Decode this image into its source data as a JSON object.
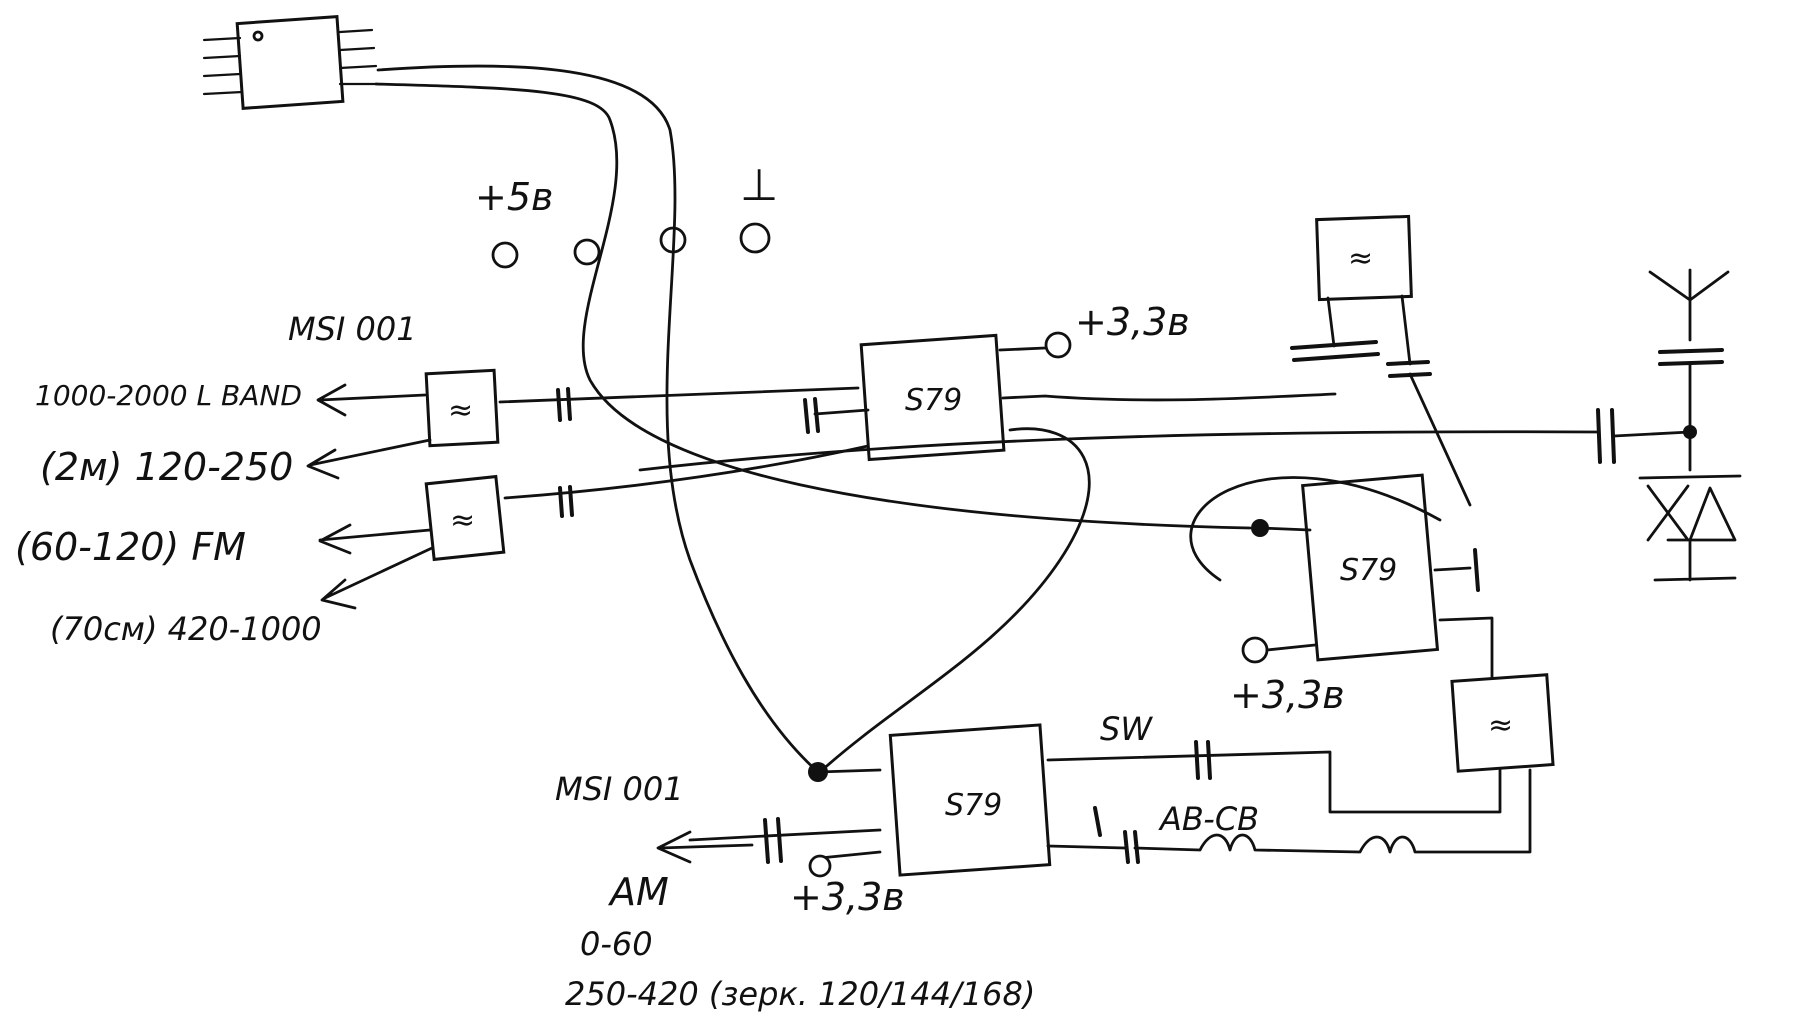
{
  "chip_label": "S79",
  "filter_symbol": "≈",
  "supply": {
    "plus5": "+5в",
    "plus33": "+3,3в",
    "ground": "⊥"
  },
  "outputs": {
    "msi_top": "MSI 001",
    "msi_bottom": "MSI 001",
    "lband": "1000-2000 L BAND",
    "band_2m": "(2м) 120-250",
    "fm": "(60-120) FM",
    "band_70cm": "(70см) 420-1000",
    "am": "AM",
    "am_range": "0-60",
    "mirror": "250-420 (зерк. 120/144/168)"
  },
  "bottom_paths": {
    "sw": "SW",
    "ab_cb": "AB-CB"
  }
}
